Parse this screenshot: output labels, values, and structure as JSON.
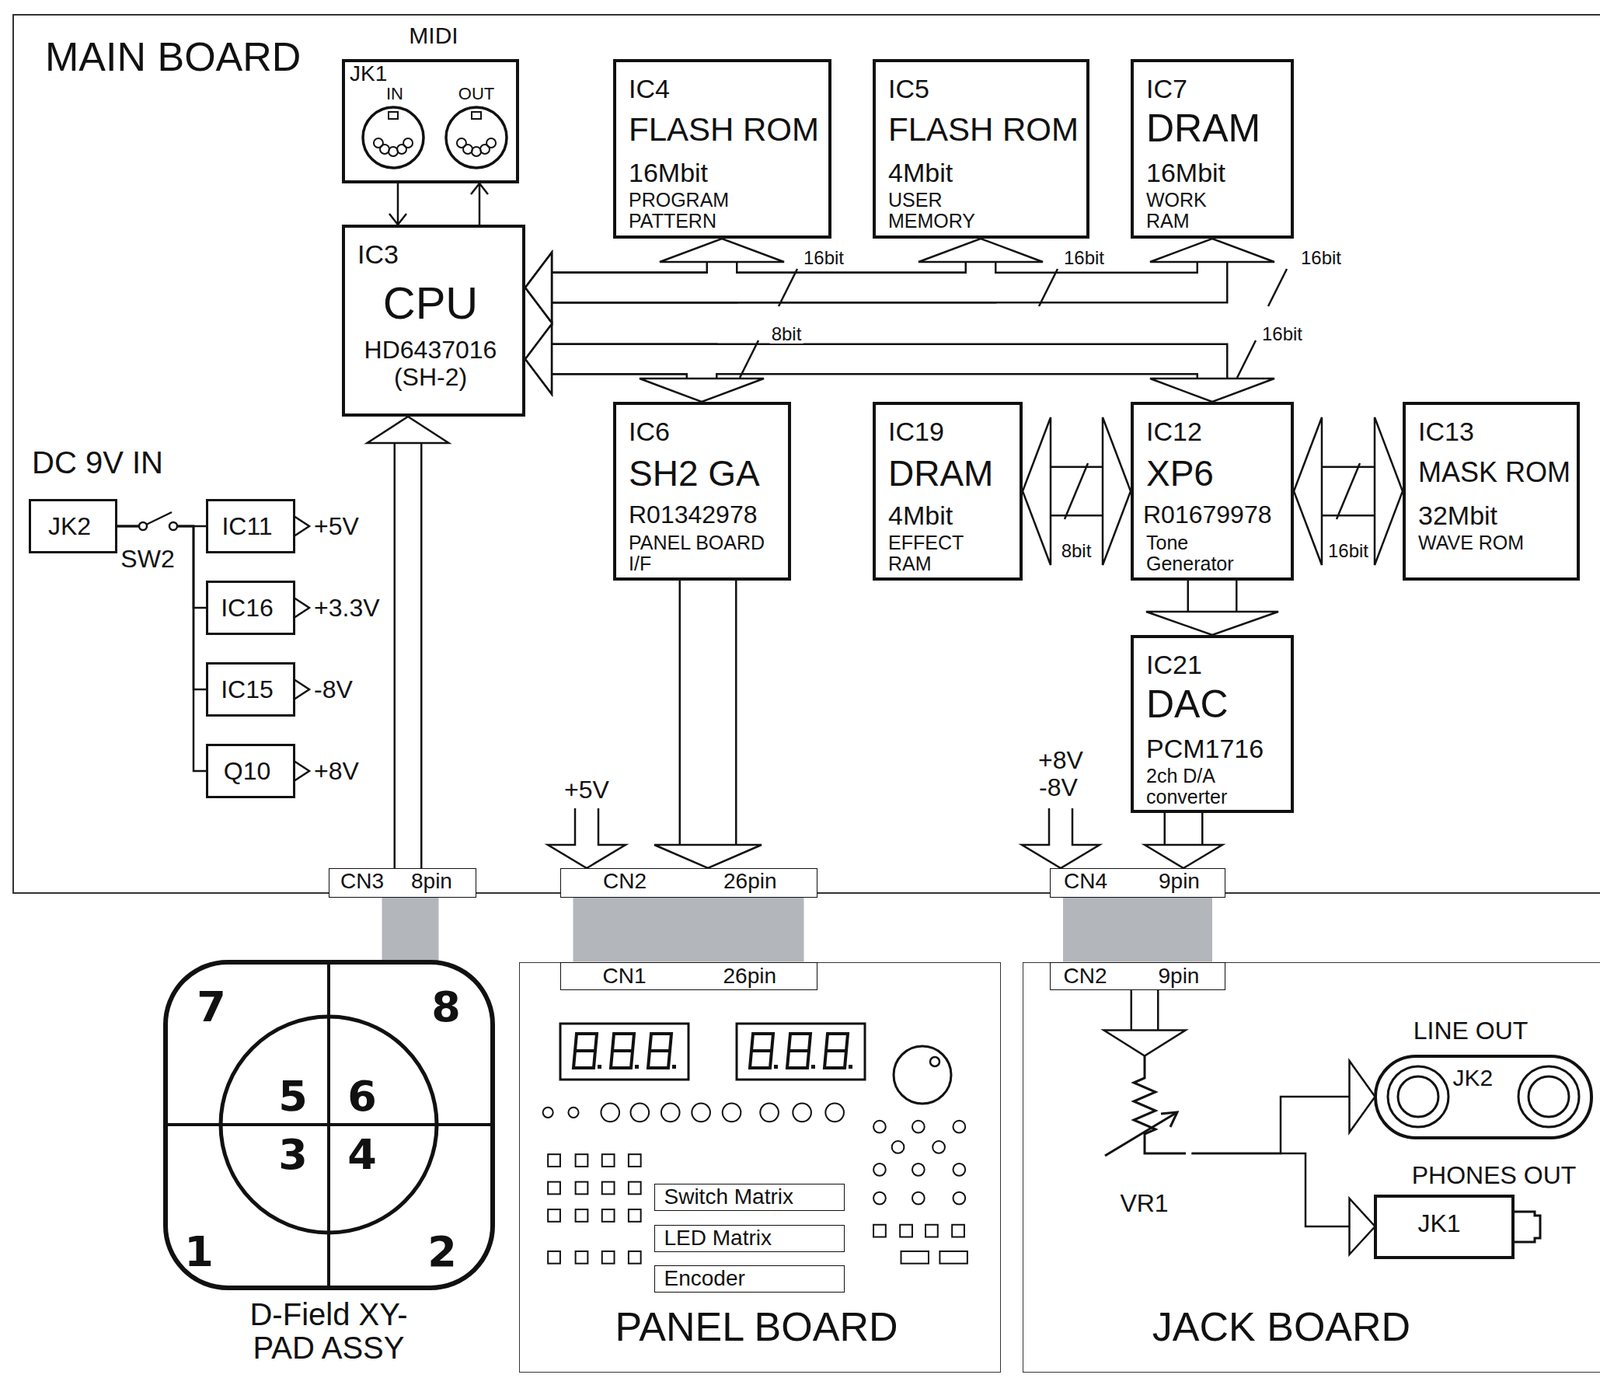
{
  "diagram": {
    "nodes": [
      {
        "text": [
          "MAIN BOARD"
        ]
      },
      {
        "text": [
          "MIDI",
          "JK1"
        ],
        "in": 0
      },
      {
        "text": [
          "IC3",
          "CPU",
          "HD6437016 (SH-2)"
        ],
        "in": 0
      },
      {
        "text": [
          "IC4",
          "FLASH ROM",
          "16Mbit",
          "PROGRAM PATTERN"
        ],
        "in": 0
      },
      {
        "text": [
          "IC5",
          "FLASH ROM",
          "4Mbit",
          "USER MEMORY"
        ],
        "in": 0
      },
      {
        "text": [
          "IC7",
          "DRAM",
          "16Mbit",
          "WORK RAM"
        ],
        "in": 0
      },
      {
        "text": [
          "JK2"
        ],
        "in": 0
      },
      {
        "text": [
          "IC11"
        ],
        "in": 0
      },
      {
        "text": [
          "IC16"
        ],
        "in": 0
      },
      {
        "text": [
          "IC15"
        ],
        "in": 0
      },
      {
        "text": [
          "Q10"
        ],
        "in": 0
      },
      {
        "text": [
          "IC6",
          "SH2 GA",
          "R01342978",
          "PANEL BOARD I/F"
        ],
        "in": 0
      },
      {
        "text": [
          "IC19",
          "DRAM",
          "4Mbit",
          "EFFECT RAM"
        ],
        "in": 0
      },
      {
        "text": [
          "IC12",
          "XP6",
          "R01679978",
          "Tone Generator"
        ],
        "in": 0
      },
      {
        "text": [
          "IC13",
          "MASK ROM",
          "32Mbit",
          "WAVE ROM"
        ],
        "in": 0
      },
      {
        "text": [
          "IC21",
          "DAC",
          "PCM1716",
          "2ch D/A converter"
        ],
        "in": 0
      },
      {
        "text": [
          "CN3",
          "8pin"
        ],
        "in": 0
      },
      {
        "text": [
          "CN2",
          "26pin"
        ],
        "in": 0
      },
      {
        "text": [
          "CN4",
          "9pin"
        ],
        "in": 0
      },
      {
        "text": [
          "D-Field XY-PAD ASSY"
        ]
      },
      {
        "text": [
          "PANEL BOARD"
        ]
      },
      {
        "text": [
          "CN1",
          "26pin"
        ],
        "in": 20
      },
      {
        "text": [
          "Switch Matrix"
        ],
        "in": 20
      },
      {
        "text": [
          "LED Matrix"
        ],
        "in": 20
      },
      {
        "text": [
          "Encoder"
        ],
        "in": 20
      },
      {
        "text": [
          "JACK BOARD"
        ]
      },
      {
        "text": [
          "CN2",
          "9pin"
        ],
        "in": 25
      },
      {
        "text": [
          "VR1"
        ],
        "in": 25
      },
      {
        "text": [
          "LINE OUT",
          "JK2"
        ],
        "in": 25
      },
      {
        "text": [
          "PHONES OUT",
          "JK1"
        ],
        "in": 25
      }
    ],
    "edges": [
      {
        "from": 1,
        "to": 2,
        "arrow": "to"
      },
      {
        "from": 2,
        "to": 1,
        "arrow": "to"
      },
      {
        "from": 2,
        "to": 3,
        "label": "16bit",
        "arrow": "both"
      },
      {
        "from": 2,
        "to": 4,
        "label": "16bit",
        "arrow": "both"
      },
      {
        "from": 2,
        "to": 5,
        "label": "16bit",
        "arrow": "both"
      },
      {
        "from": 2,
        "to": 11,
        "label": "8bit",
        "arrow": "both"
      },
      {
        "from": 2,
        "to": 13,
        "label": "16bit",
        "arrow": "both"
      },
      {
        "from": 6,
        "to": 7,
        "arrow": "none"
      },
      {
        "from": 6,
        "to": 8,
        "arrow": "none"
      },
      {
        "from": 6,
        "to": 9,
        "arrow": "none"
      },
      {
        "from": 6,
        "to": 10,
        "arrow": "none"
      },
      {
        "from": 12,
        "to": 13,
        "label": "8bit",
        "arrow": "both"
      },
      {
        "from": 13,
        "to": 14,
        "label": "16bit",
        "arrow": "both"
      },
      {
        "from": 13,
        "to": 15,
        "arrow": "to"
      },
      {
        "from": 11,
        "to": 17,
        "arrow": "to"
      },
      {
        "from": 15,
        "to": 18,
        "arrow": "to"
      },
      {
        "from": 16,
        "to": 2,
        "arrow": "to"
      },
      {
        "from": 16,
        "to": 19,
        "arrow": "none"
      },
      {
        "from": 17,
        "to": 21,
        "arrow": "none"
      },
      {
        "from": 18,
        "to": 26,
        "arrow": "none"
      },
      {
        "from": 26,
        "to": 27,
        "arrow": "to"
      },
      {
        "from": 27,
        "to": 28,
        "arrow": "to"
      },
      {
        "from": 27,
        "to": 29,
        "arrow": "to"
      }
    ],
    "labels": [
      "IN",
      "OUT",
      "DC 9V IN",
      "SW2",
      "+5V",
      "+3.3V",
      "-8V",
      "+8V",
      "+5V",
      "+8V",
      "-8V",
      "7",
      "8",
      "5",
      "6",
      "3",
      "4",
      "1",
      "2"
    ]
  }
}
